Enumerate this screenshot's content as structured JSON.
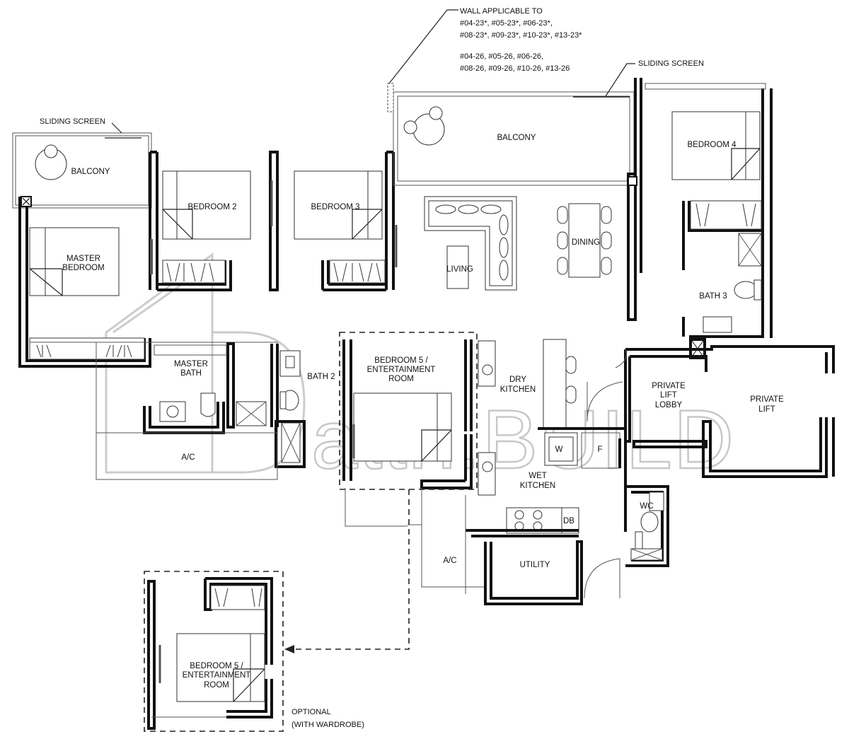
{
  "notes": {
    "wall_applicable_title": "WALL APPLICABLE TO",
    "wall_applicable_line1": "#04-23*, #05-23*, #06-23*,",
    "wall_applicable_line2": "#08-23*, #09-23*, #10-23*, #13-23*",
    "wall_applicable_line3": "#04-26, #05-26, #06-26,",
    "wall_applicable_line4": "#08-26, #09-26, #10-26, #13-26",
    "sliding_screen_right": "SLIDING SCREEN",
    "sliding_screen_left": "SLIDING SCREEN",
    "optional_line1": "OPTIONAL",
    "optional_line2": "(WITH WARDROBE)"
  },
  "rooms": {
    "balcony_left": "BALCONY",
    "balcony_main": "BALCONY",
    "bedroom_2": "BEDROOM 2",
    "bedroom_3": "BEDROOM 3",
    "bedroom_4": "BEDROOM 4",
    "master_bedroom_l1": "MASTER",
    "master_bedroom_l2": "BEDROOM",
    "living": "LIVING",
    "dining": "DINING",
    "bath_3": "BATH 3",
    "master_bath_l1": "MASTER",
    "master_bath_l2": "BATH",
    "bath_2": "BATH 2",
    "bedroom_5_l1": "BEDROOM 5 /",
    "bedroom_5_l2": "ENTERTAINMENT",
    "bedroom_5_l3": "ROOM",
    "dry_kitchen_l1": "DRY",
    "dry_kitchen_l2": "KITCHEN",
    "private_lift_lobby_l1": "PRIVATE",
    "private_lift_lobby_l2": "LIFT",
    "private_lift_lobby_l3": "LOBBY",
    "private_lift_l1": "PRIVATE",
    "private_lift_l2": "LIFT",
    "ac_left": "A/C",
    "ac_right": "A/C",
    "wet_kitchen_l1": "WET",
    "wet_kitchen_l2": "KITCHEN",
    "washer": "W",
    "fridge": "F",
    "db": "DB",
    "wc": "WC",
    "utility": "UTILITY",
    "optional_bedroom_5_l1": "BEDROOM 5 /",
    "optional_bedroom_5_l2": "ENTERTAINMENT",
    "optional_bedroom_5_l3": "ROOM"
  },
  "watermark": {
    "text": "attri.BUILD"
  }
}
